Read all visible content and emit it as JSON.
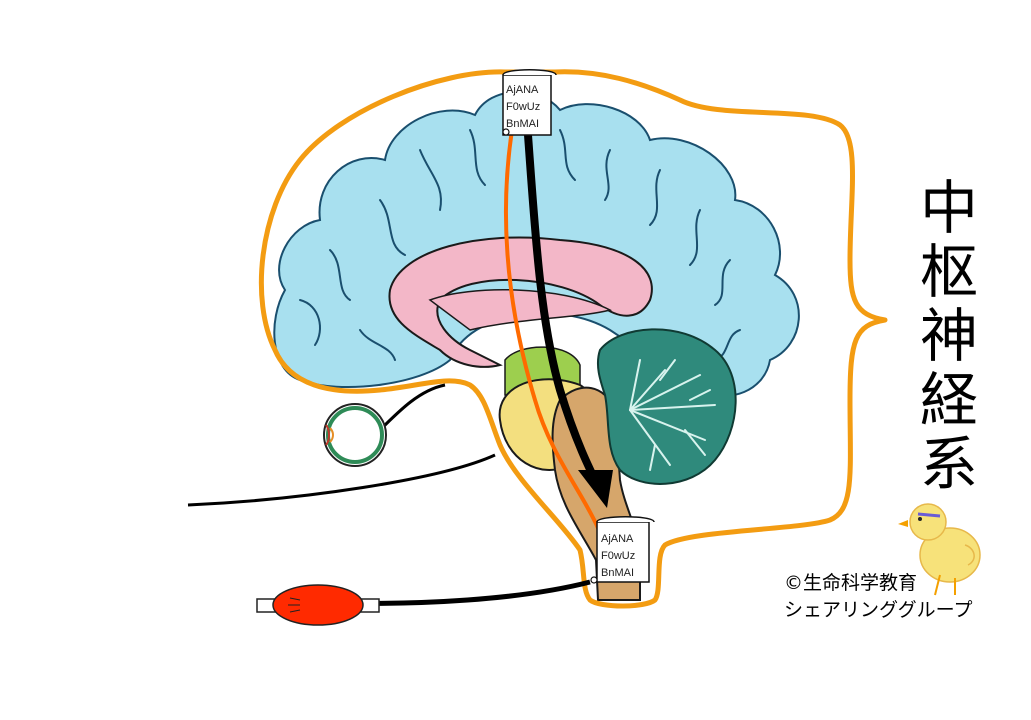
{
  "title_vertical": "中枢神経系",
  "credit": {
    "line1": "©生命科学教育",
    "line2": "シェアリンググループ"
  },
  "scroll_top": {
    "lines": [
      "AjANA",
      "F0wUz",
      "BnMAI"
    ]
  },
  "scroll_bottom": {
    "lines": [
      "AjANA",
      "F0wUz",
      "BnMAI"
    ]
  },
  "colors": {
    "cerebrum": "#a8e0ef",
    "corpus_callosum": "#f3b7c8",
    "thalamus": "#f3df7f",
    "midbrain": "#9dcf4e",
    "brainstem": "#d6a66b",
    "cerebellum": "#2f8a7c",
    "outline_cns": "#f39c12",
    "motor_pathway": "#000000",
    "sensory_pathway": "#ff6a00",
    "muscle": "#ff2a00",
    "eye_ring": "#2e8b57"
  }
}
